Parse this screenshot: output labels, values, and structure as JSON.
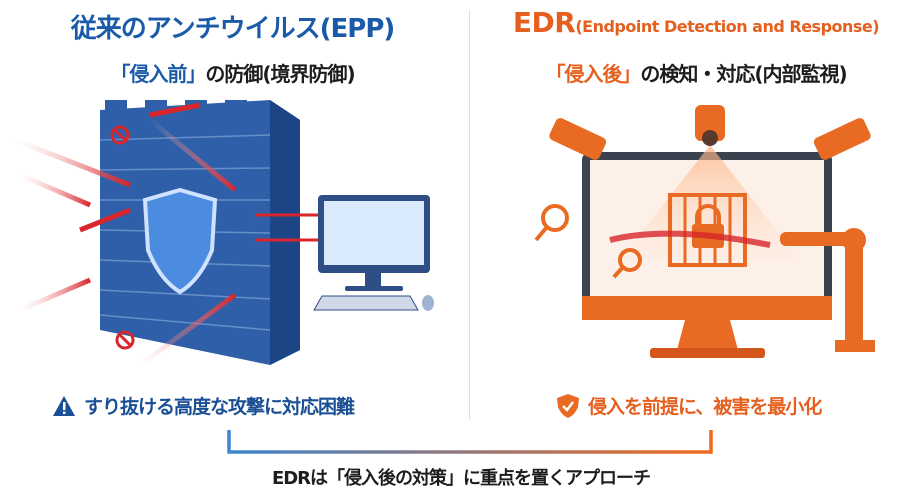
{
  "left": {
    "title": "従来のアンチウイルス(EPP)",
    "subtitle_highlight": "「侵入前」",
    "subtitle_rest": "の防御(境界防御)",
    "caption": "すり抜ける高度な攻撃に対応困難",
    "caption_icon": "warning-icon"
  },
  "right": {
    "title_main": "EDR",
    "title_expansion": "(Endpoint Detection and Response)",
    "subtitle_highlight": "「侵入後」",
    "subtitle_rest": "の検知・対応(内部監視)",
    "caption": "侵入を前提に、被害を最小化",
    "caption_icon": "shield-check-icon"
  },
  "bottom_text": "EDRは「侵入後の対策」に重点を置くアプローチ",
  "colors": {
    "blue": "#1a5aa8",
    "orange": "#e5601e",
    "red": "#d8262c"
  }
}
